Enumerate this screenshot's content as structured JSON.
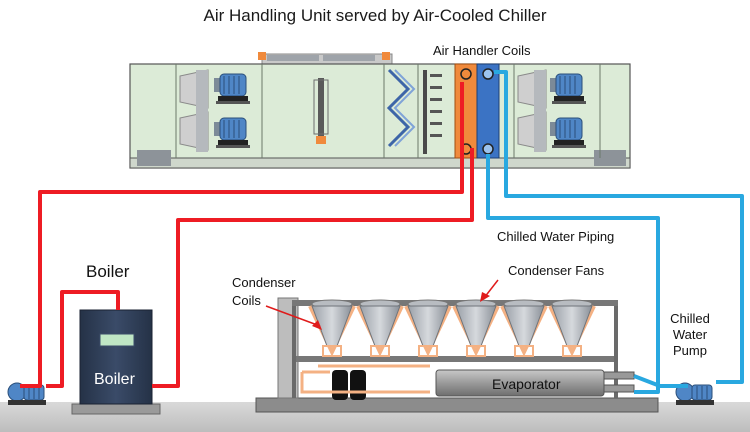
{
  "diagram": {
    "title": "Air Handling Unit served by Air-Cooled Chiller",
    "labels": {
      "air_handler_coils": "Air Handler Coils",
      "chilled_water_piping": "Chilled Water Piping",
      "boiler_heading": "Boiler",
      "boiler_unit": "Boiler",
      "condenser_coils": [
        "Condenser",
        "Coils"
      ],
      "condenser_fans": "Condenser Fans",
      "evaporator": "Evaporator",
      "chilled_water_pump": [
        "Chilled",
        "Water",
        "Pump"
      ]
    },
    "colors": {
      "hot_water_pipe": "#ee1c24",
      "chilled_water_pipe": "#29a8e0",
      "ahu_casing": "#dcebd7",
      "heating_coil": "#f08a3c",
      "cooling_coil": "#3b73c4",
      "condenser_coil": "#f4b183",
      "boiler_body": "#2f3e57",
      "ground": "#cfcfcf"
    }
  }
}
